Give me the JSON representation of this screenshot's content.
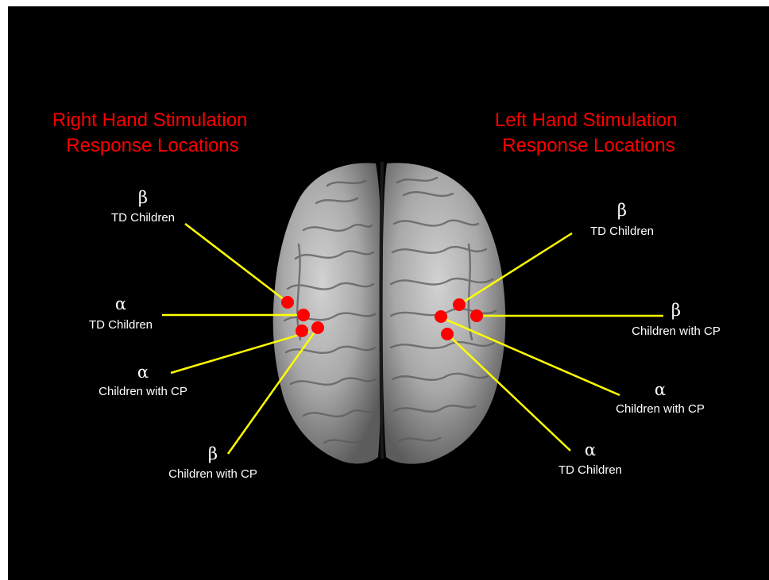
{
  "headings": {
    "right_hand": [
      "Right Hand Stimulation",
      "Response Locations"
    ],
    "left_hand": [
      "Left Hand Stimulation",
      "Response Locations"
    ]
  },
  "colors": {
    "background": "#000000",
    "heading": "#ff0000",
    "label": "#ffffff",
    "leader_line": "#ffff00",
    "marker": "#ff0000",
    "brain": "#a8a8a8"
  },
  "annotations": [
    {
      "id": "r-beta-td",
      "symbol": "β",
      "group": "TD Children"
    },
    {
      "id": "r-alpha-td",
      "symbol": "α",
      "group": "TD Children"
    },
    {
      "id": "r-alpha-cp",
      "symbol": "α",
      "group": "Children with  CP"
    },
    {
      "id": "r-beta-cp",
      "symbol": "β",
      "group": "Children with  CP"
    },
    {
      "id": "l-beta-td",
      "symbol": "β",
      "group": "TD Children"
    },
    {
      "id": "l-beta-cp",
      "symbol": "β",
      "group": "Children with  CP"
    },
    {
      "id": "l-alpha-cp",
      "symbol": "α",
      "group": "Children with  CP"
    },
    {
      "id": "l-alpha-td",
      "symbol": "α",
      "group": "TD Children"
    }
  ]
}
